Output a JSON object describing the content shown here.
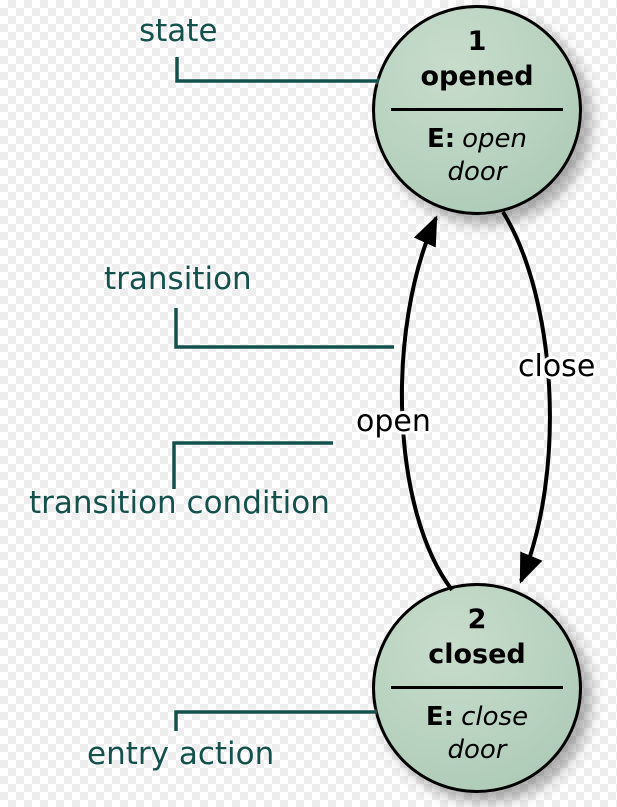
{
  "colors": {
    "state_fill": "#b7d2bf",
    "state_border": "#000000",
    "arc_stroke": "#000000",
    "callout_teal": "#14504c",
    "checker_light": "#ffffff",
    "checker_dark": "#ededed"
  },
  "states": [
    {
      "number": "1",
      "name": "opened",
      "entry_prefix": "E:",
      "entry_action": "open",
      "entry_action_line2": "door"
    },
    {
      "number": "2",
      "name": "closed",
      "entry_prefix": "E:",
      "entry_action": "close",
      "entry_action_line2": "door"
    }
  ],
  "transitions": [
    {
      "label": "open",
      "from": "closed",
      "to": "opened"
    },
    {
      "label": "close",
      "from": "opened",
      "to": "closed"
    }
  ],
  "callouts": [
    {
      "label": "state"
    },
    {
      "label": "transition"
    },
    {
      "label": "transition condition"
    },
    {
      "label": "entry action"
    }
  ]
}
